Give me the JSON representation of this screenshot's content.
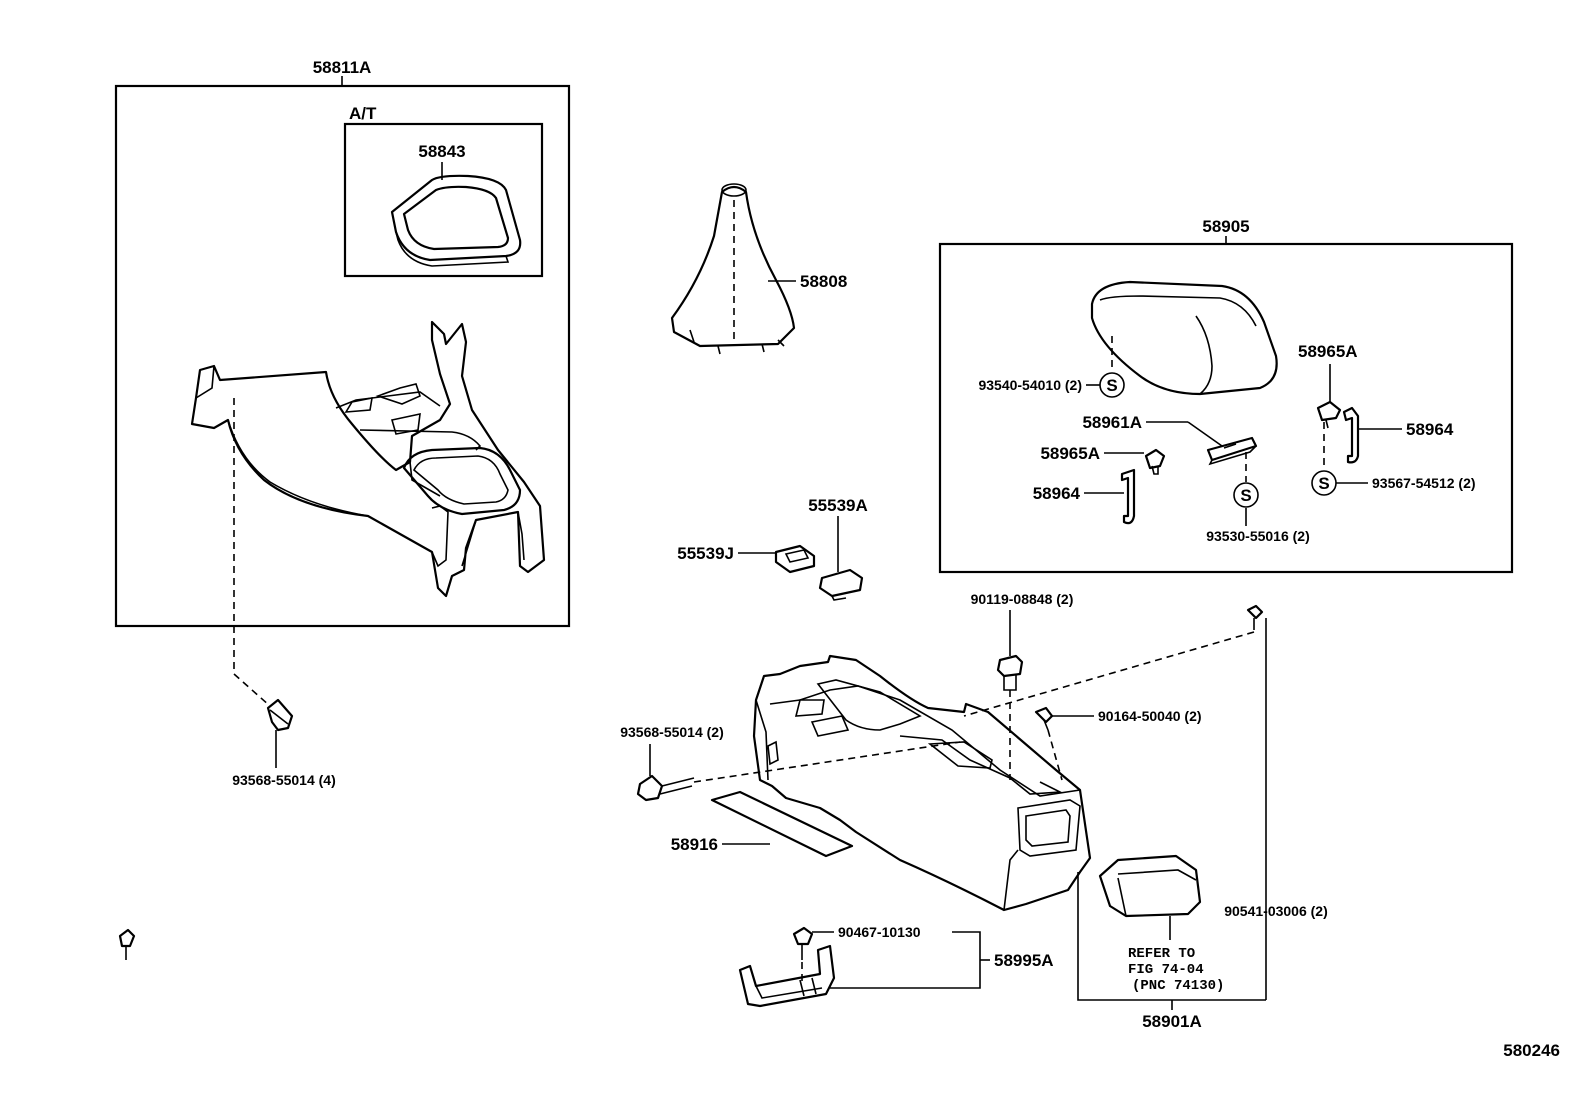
{
  "labels": {
    "p58811A": "58811A",
    "at": "A/T",
    "p58843": "58843",
    "p58808": "58808",
    "p58905": "58905",
    "p93540": "93540-54010 (2)",
    "p58965A_top": "58965A",
    "p58961A": "58961A",
    "p58965A_mid": "58965A",
    "p58964_left": "58964",
    "p58964_right": "58964",
    "p93567": "93567-54512 (2)",
    "p93530": "93530-55016 (2)",
    "p55539A": "55539A",
    "p55539J": "55539J",
    "p90119": "90119-08848 (2)",
    "p90164": "90164-50040 (2)",
    "p93568_2": "93568-55014 (2)",
    "p93568_4": "93568-55014 (4)",
    "p58916": "58916",
    "p90467": "90467-10130",
    "p58995A": "58995A",
    "p90541": "90541-03006 (2)",
    "refer1": "REFER TO",
    "refer2": "FIG 74-04",
    "refer3": "(PNC 74130)",
    "p58901A": "58901A",
    "figno": "580246",
    "s1": "S",
    "s2": "S",
    "s3": "S"
  }
}
